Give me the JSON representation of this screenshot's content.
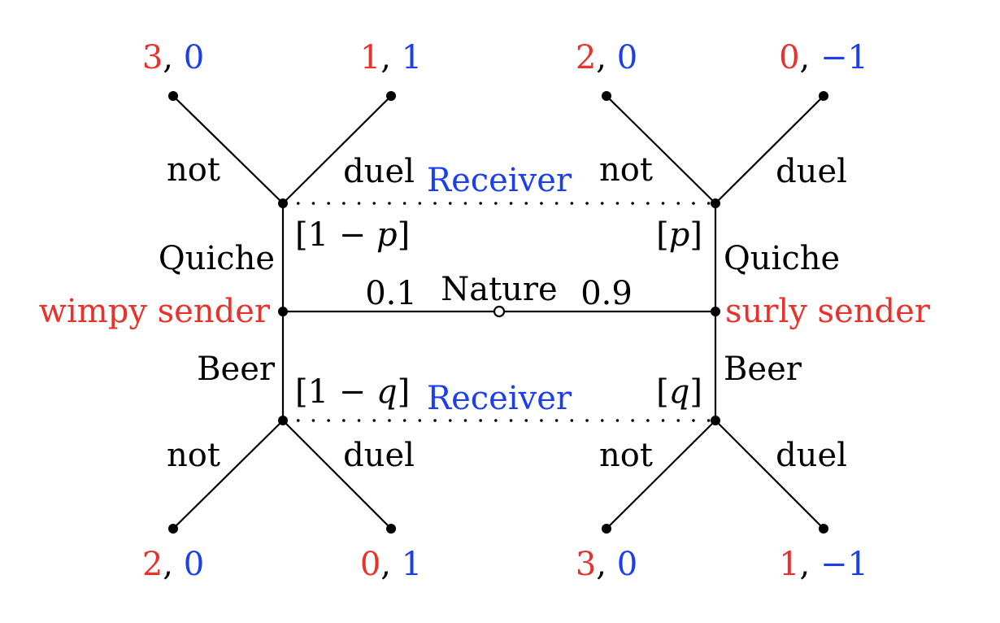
{
  "colors": {
    "sender": "#e8322b",
    "receiver": "#1a3ef0",
    "lines": "#000000"
  },
  "nature": {
    "label": "Nature",
    "prob_wimpy": "0.1",
    "prob_surly": "0.9"
  },
  "senders": {
    "wimpy": "wimpy sender",
    "surly": "surly sender"
  },
  "messages": {
    "quiche": "Quiche",
    "beer": "Beer"
  },
  "receiver": {
    "label": "Receiver",
    "action_not": "not",
    "action_duel": "duel"
  },
  "beliefs": {
    "quiche_wimpy": {
      "pre": "[1 − ",
      "var": "p",
      "post": "]"
    },
    "quiche_surly": {
      "pre": "[",
      "var": "p",
      "post": "]"
    },
    "beer_wimpy": {
      "pre": "[1 − ",
      "var": "q",
      "post": "]"
    },
    "beer_surly": {
      "pre": "[",
      "var": "q",
      "post": "]"
    }
  },
  "payoffs": {
    "wimpy_quiche_not": {
      "sender": "3",
      "receiver": "0"
    },
    "wimpy_quiche_duel": {
      "sender": "1",
      "receiver": "1"
    },
    "surly_quiche_not": {
      "sender": "2",
      "receiver": "0"
    },
    "surly_quiche_duel": {
      "sender": "0",
      "receiver": "−1"
    },
    "wimpy_beer_not": {
      "sender": "2",
      "receiver": "0"
    },
    "wimpy_beer_duel": {
      "sender": "0",
      "receiver": "1"
    },
    "surly_beer_not": {
      "sender": "3",
      "receiver": "0"
    },
    "surly_beer_duel": {
      "sender": "1",
      "receiver": "−1"
    }
  }
}
